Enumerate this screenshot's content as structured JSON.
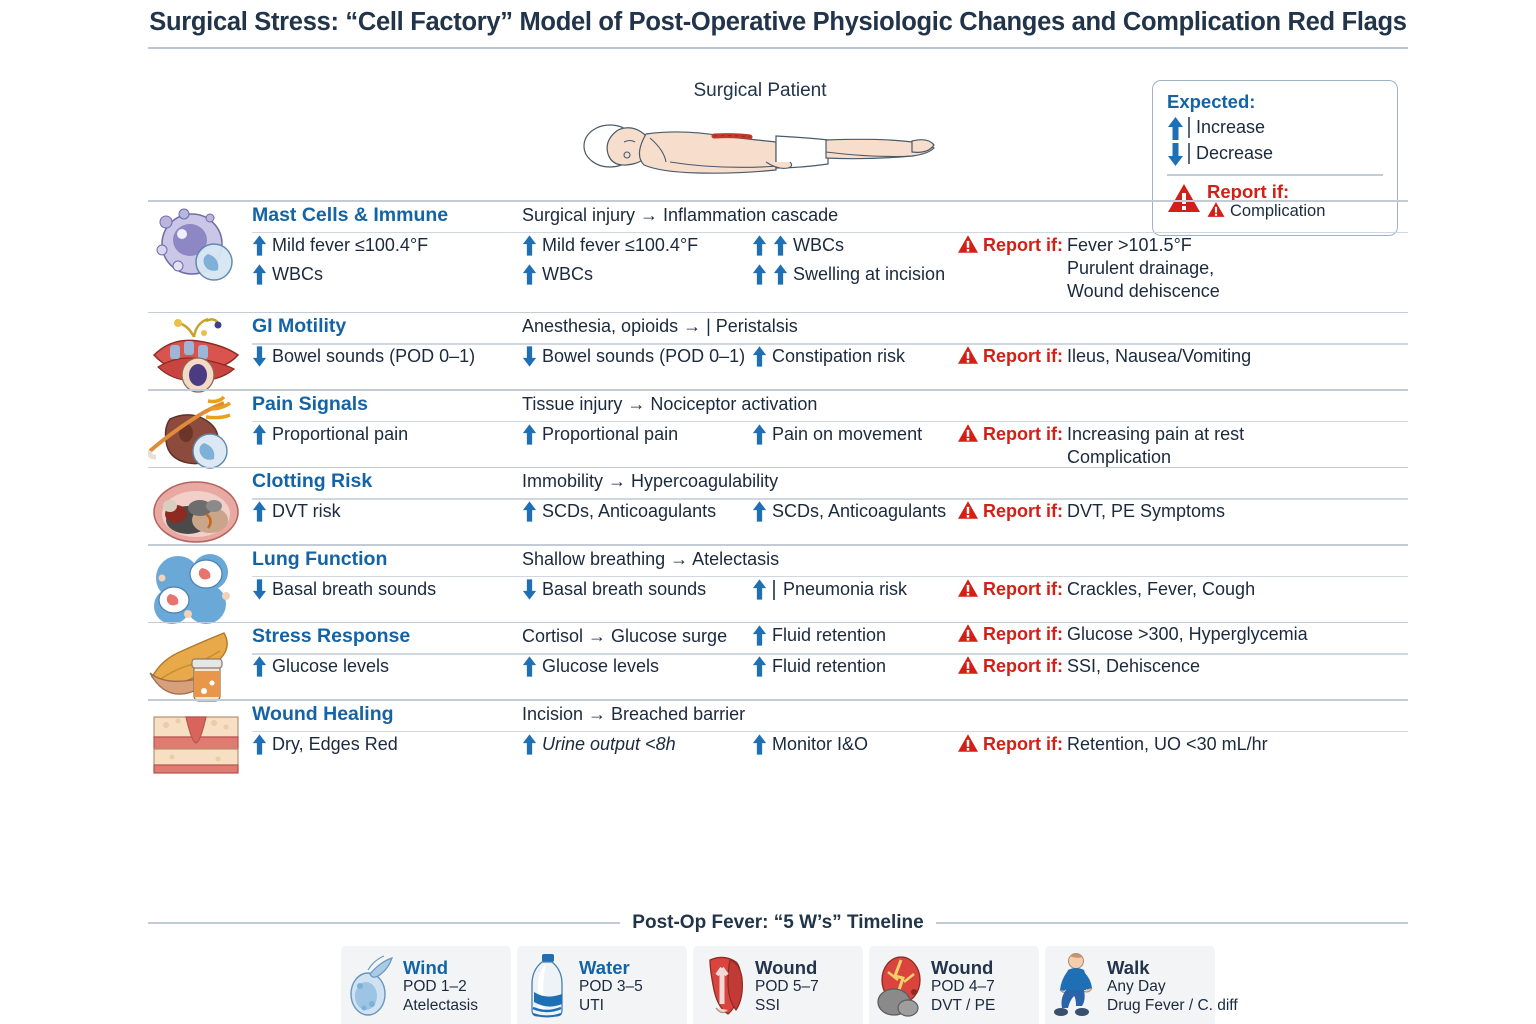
{
  "title": "Surgical Stress: “Cell Factory” Model of Post-Operative Physiologic Changes and Complication Red Flags",
  "patient": {
    "label": "Surgical Patient"
  },
  "legend": {
    "expected_title": "Expected:",
    "increase_label": "Increase",
    "decrease_label": "Decrease",
    "report_title": "Report if:",
    "complication_label": "Complication"
  },
  "colors": {
    "accent_blue": "#1464a5",
    "arrow_blue": "#1f6fb5",
    "alert_red": "#d32016",
    "title_navy": "#22344a",
    "rule_gray": "#c3ccd6"
  },
  "rows": [
    {
      "title": "Mast Cells & Immune",
      "icon": "mast-cell-icon",
      "mechanism": "Surgical injury → Inflammation cascade",
      "mechanism_italic_tail": "Inflammation cascade",
      "col1": [
        {
          "dir": "up",
          "text": "Mild fever ≤100.4°F"
        },
        {
          "dir": "up",
          "text": "WBCs"
        }
      ],
      "col2": [
        {
          "dir": "up",
          "text": "Mild fever ≤100.4°F"
        },
        {
          "dir": "up",
          "text": "WBCs"
        }
      ],
      "col3": [
        {
          "dir": "upup",
          "text": "WBCs"
        },
        {
          "dir": "upup",
          "text": "Swelling at incision"
        }
      ],
      "report_label": "Report if:",
      "report_values": [
        "Fever >101.5°F",
        "Purulent drainage,",
        "Wound dehiscence"
      ]
    },
    {
      "title": "GI Motility",
      "icon": "intestine-icon",
      "mechanism": "Anesthesia, opioids → | Peristalsis",
      "col1": [
        {
          "dir": "down",
          "text": "Bowel sounds (POD 0–1)"
        }
      ],
      "col2": [
        {
          "dir": "down",
          "text": "Bowel sounds (POD 0–1)"
        }
      ],
      "col3": [
        {
          "dir": "up",
          "text": "Constipation risk"
        }
      ],
      "report_label": "Report if:",
      "report_values": [
        "Ileus, Nausea/Vomiting"
      ]
    },
    {
      "title": "Pain Signals",
      "icon": "nerve-pain-icon",
      "mechanism": "Tissue injury → Nociceptor activation",
      "col1": [
        {
          "dir": "up",
          "text": "Proportional pain"
        }
      ],
      "col2": [
        {
          "dir": "up",
          "text": "Proportional pain"
        }
      ],
      "col3": [
        {
          "dir": "up",
          "text": "Pain on movement"
        }
      ],
      "report_label": "Report if:",
      "report_values": [
        "Increasing pain at rest",
        "Complication"
      ]
    },
    {
      "title": "Clotting Risk",
      "icon": "blood-clot-icon",
      "mechanism": "Immobility → Hypercoagulability",
      "col1": [
        {
          "dir": "up",
          "text": "DVT risk"
        }
      ],
      "col2": [
        {
          "dir": "up",
          "text": "SCDs, Anticoagulants"
        }
      ],
      "col3": [
        {
          "dir": "up",
          "text": "SCDs, Anticoagulants"
        }
      ],
      "report_label": "Report if:",
      "report_values": [
        "DVT, PE Symptoms"
      ]
    },
    {
      "title": "Lung Function",
      "icon": "alveoli-icon",
      "mechanism": "Shallow breathing → Atelectasis",
      "col1": [
        {
          "dir": "down",
          "text": "Basal breath sounds"
        }
      ],
      "col2": [
        {
          "dir": "down",
          "text": "Basal breath sounds"
        }
      ],
      "col3": [
        {
          "dir": "up-bar",
          "text": "Pneumonia risk"
        }
      ],
      "report_label": "Report if:",
      "report_values": [
        "Crackles, Fever, Cough"
      ]
    },
    {
      "title": "Stress Response",
      "icon": "pancreas-icon",
      "mechanism": "Cortisol → Glucose surge",
      "head_extra": {
        "dir": "up",
        "text": "Fluid retention"
      },
      "head_report_label": "Report if:",
      "head_report_values": [
        "Glucose >300, Hyperglycemia"
      ],
      "col1": [
        {
          "dir": "up",
          "text": "Glucose levels"
        }
      ],
      "col2": [
        {
          "dir": "up",
          "text": "Glucose levels"
        }
      ],
      "col3": [
        {
          "dir": "up",
          "text": "Fluid retention"
        }
      ],
      "report_label": "Report if:",
      "report_values": [
        "SSI, Dehiscence"
      ]
    },
    {
      "title": "Wound Healing",
      "icon": "wound-layers-icon",
      "mechanism": "Incision → Breached barrier",
      "col1": [
        {
          "dir": "up",
          "text": "Dry, Edges Red"
        }
      ],
      "col2": [
        {
          "dir": "up",
          "text": "Urine output <8h",
          "italic": true
        }
      ],
      "col3": [
        {
          "dir": "up",
          "text": "Monitor I&O"
        }
      ],
      "report_label": "Report if:",
      "report_values": [
        "Retention, UO <30 mL/hr"
      ]
    }
  ],
  "footer": {
    "title": "Post-Op Fever: “5 W’s” Timeline",
    "cards": [
      {
        "icon": "lungs-wind-icon",
        "title": "Wind",
        "title_color": "blue",
        "line1": "POD 1–2",
        "line2": "Atelectasis"
      },
      {
        "icon": "water-bottle-icon",
        "title": "Water",
        "title_color": "blue",
        "line1": "POD 3–5",
        "line2": "UTI"
      },
      {
        "icon": "wound-tissue-icon",
        "title": "Wound",
        "title_color": "dark",
        "line1": "POD 5–7",
        "line2": "SSI"
      },
      {
        "icon": "clot-vessel-icon",
        "title": "Wound",
        "title_color": "dark",
        "line1": "POD 4–7",
        "line2": "DVT / PE"
      },
      {
        "icon": "walking-person-icon",
        "title": "Walk",
        "title_color": "dark",
        "line1": "Any Day",
        "line2": "Drug Fever / C. diff"
      }
    ]
  }
}
